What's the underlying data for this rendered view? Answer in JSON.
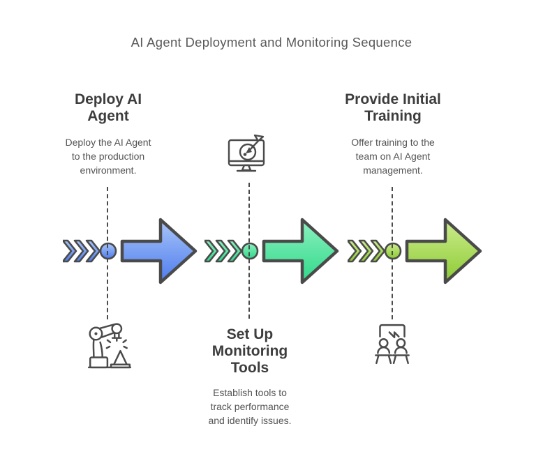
{
  "title": "AI Agent Deployment and Monitoring Sequence",
  "colors": {
    "bg": "#ffffff",
    "outline": "#4a4a4a",
    "title": "#595959",
    "heading": "#3d3d3d",
    "body": "#545454"
  },
  "steps": [
    {
      "heading": "Deploy AI\nAgent",
      "description": "Deploy the AI Agent\nto the production\nenvironment.",
      "icon": "robot-arm-icon",
      "gradient_top": "#a9c5f8",
      "gradient_bottom": "#4d7cee"
    },
    {
      "heading": "Set Up\nMonitoring\nTools",
      "description": "Establish tools to\ntrack performance\nand identify issues.",
      "icon": "monitor-target-icon",
      "gradient_top": "#8df0bf",
      "gradient_bottom": "#2fd98a"
    },
    {
      "heading": "Provide Initial\nTraining",
      "description": "Offer training to the\nteam on AI Agent\nmanagement.",
      "icon": "training-audience-icon",
      "gradient_top": "#cdec8e",
      "gradient_bottom": "#8ccb33"
    }
  ]
}
